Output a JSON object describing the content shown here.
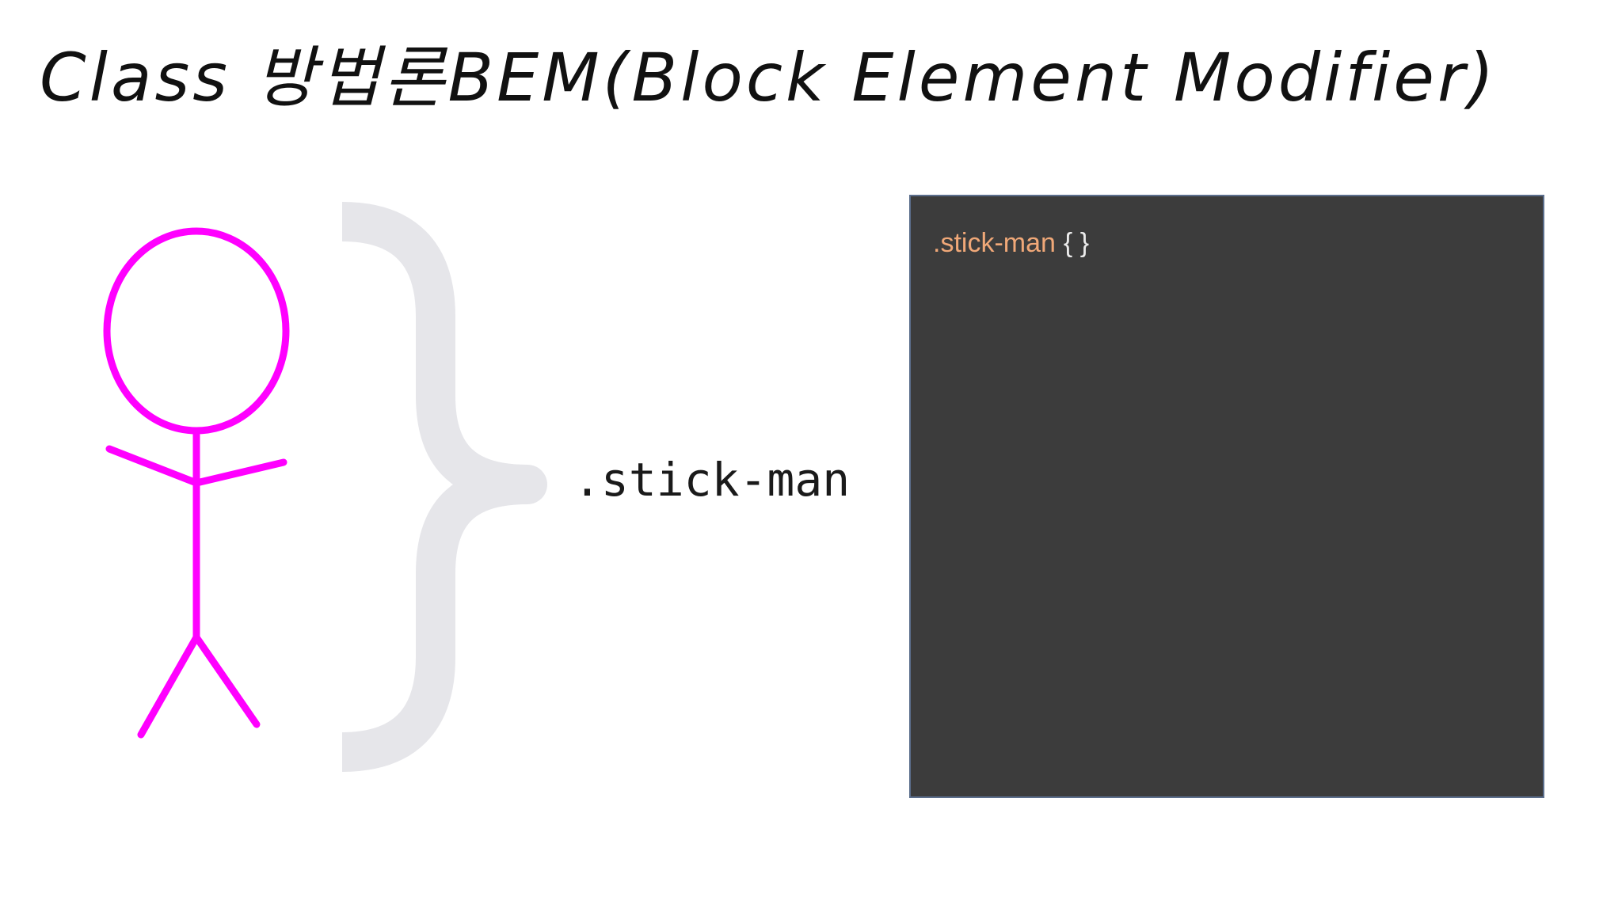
{
  "title": "Class 방법론BEM(Block Element Modifier)",
  "figure": {
    "stroke_color": "#ff00ff",
    "brace_color": "#e6e6ea",
    "class_label": ".stick-man"
  },
  "code_panel": {
    "background": "#3c3c3c",
    "selector": ".stick-man",
    "braces": "{ }",
    "selector_color": "#f0a878"
  }
}
